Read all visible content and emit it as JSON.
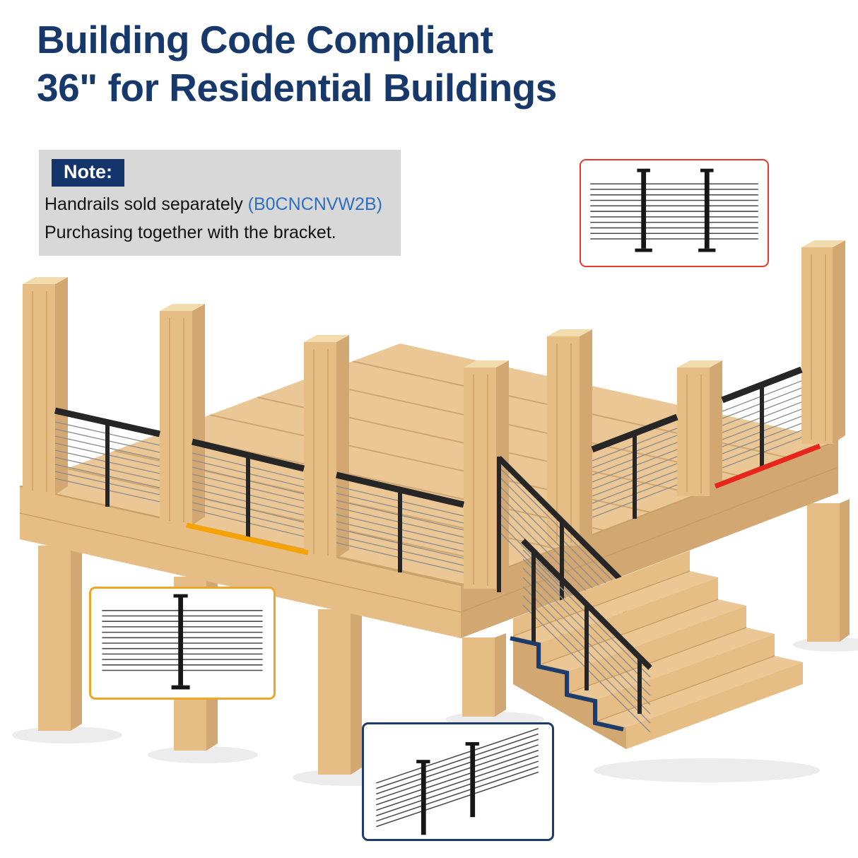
{
  "title": {
    "line1": "Building Code Compliant",
    "line2": "36\" for Residential Buildings"
  },
  "note": {
    "label": "Note:",
    "text_prefix": "Handrails sold separately ",
    "asin": "(B0CNCNVW2B)",
    "text_line2": "Purchasing together with the bracket."
  },
  "callouts": [
    {
      "id": "level-railing-diagram"
    },
    {
      "id": "single-post-diagram"
    },
    {
      "id": "stair-railing-diagram"
    }
  ],
  "colors": {
    "title": "#17386b",
    "note_bg": "#d8d8d8",
    "note_label_bg": "#14356b",
    "asin": "#2e6fc0",
    "callout_red": "#e8392a",
    "callout_yellow": "#f0a428",
    "callout_navy": "#1d3c6e",
    "indicator_orange": "#f5a300",
    "indicator_red": "#e8251c",
    "indicator_navy": "#1d3c6e",
    "rail": "#262626",
    "cable": "#8e8e8e",
    "wood_top": "#ebc795",
    "wood_face": "#e5bd85",
    "wood_side": "#d2a771",
    "wood_line": "#c99c63"
  }
}
